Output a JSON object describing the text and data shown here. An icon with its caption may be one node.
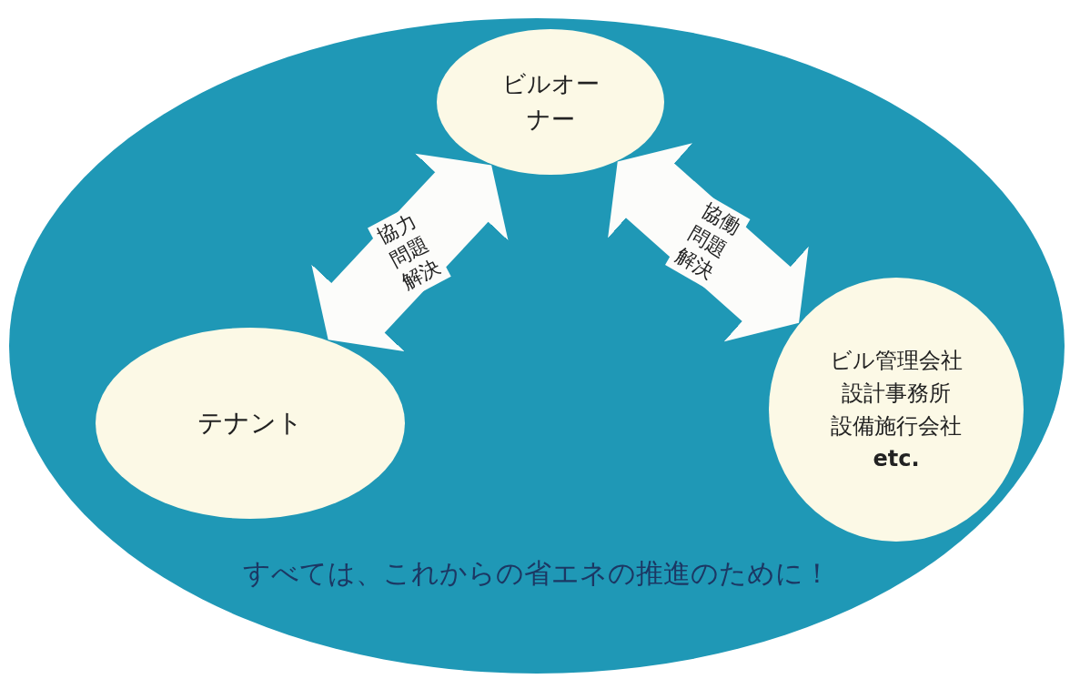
{
  "diagram": {
    "nodes": [
      {
        "text": [
          "すべては、これからの省エネの推進のために！"
        ]
      },
      {
        "text": [
          "ビルオーナー"
        ],
        "in": 0
      },
      {
        "text": [
          "テナント"
        ],
        "in": 0
      },
      {
        "text": [
          "ビル管理会社",
          "設計事務所",
          "設備施行会社",
          "etc."
        ],
        "in": 0
      }
    ],
    "edges": [
      {
        "from": 2,
        "to": 1,
        "arrow": "both",
        "label": "協力問題解決"
      },
      {
        "from": 1,
        "to": 3,
        "arrow": "both",
        "label": "協働問題解決"
      }
    ]
  }
}
